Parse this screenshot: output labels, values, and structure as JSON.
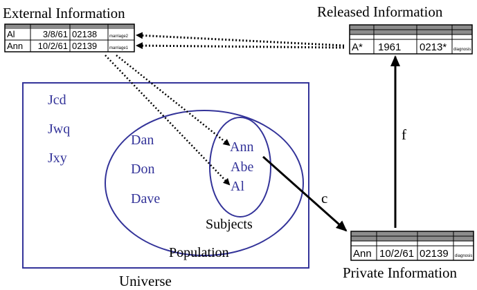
{
  "titles": {
    "external": "External Information",
    "released": "Released Information",
    "private": "Private Information",
    "universe": "Universe",
    "population": "Population",
    "subjects": "Subjects"
  },
  "universe_names": [
    "Jcd",
    "Jwq",
    "Jxy"
  ],
  "population_names": [
    "Dan",
    "Don",
    "Dave"
  ],
  "subject_names": [
    "Ann",
    "Abe",
    "Al"
  ],
  "external_table": [
    [
      "Al",
      "3/8/61",
      "02138",
      "marriage2"
    ],
    [
      "Ann",
      "10/2/61",
      "02139",
      "marriage1"
    ]
  ],
  "released_table": [
    [
      "A*",
      "1961",
      "0213*",
      "diagnosis"
    ]
  ],
  "private_table": [
    [
      "Ann",
      "10/2/61",
      "02139",
      "diagnosis"
    ]
  ],
  "arrows": {
    "c": "c",
    "f": "f"
  },
  "colors": {
    "ink": "#333399",
    "black": "#000000",
    "header": "#8c8c8c"
  }
}
